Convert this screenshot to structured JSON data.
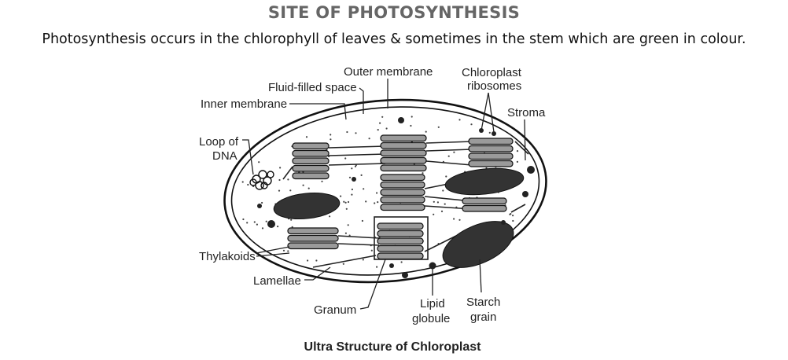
{
  "heading": "SITE OF PHOTOSYNTHESIS",
  "intro": "Photosynthesis occurs in the chlorophyll of leaves & sometimes in the stem which are green in colour.",
  "diagram": {
    "labels": {
      "outer_membrane": "Outer membrane",
      "fluid_filled_space": "Fluid-filled space",
      "inner_membrane": "Inner membrane",
      "chloroplast": "Chloroplast",
      "ribosomes": "ribosomes",
      "stroma": "Stroma",
      "loop_of": "Loop of",
      "dna": "DNA",
      "thylakoids": "Thylakoids",
      "lamellae": "Lamellae",
      "granum": "Granum",
      "lipid": "Lipid",
      "globule": "globule",
      "starch": "Starch",
      "grain": "grain"
    },
    "caption": "Ultra Structure of Chloroplast"
  }
}
